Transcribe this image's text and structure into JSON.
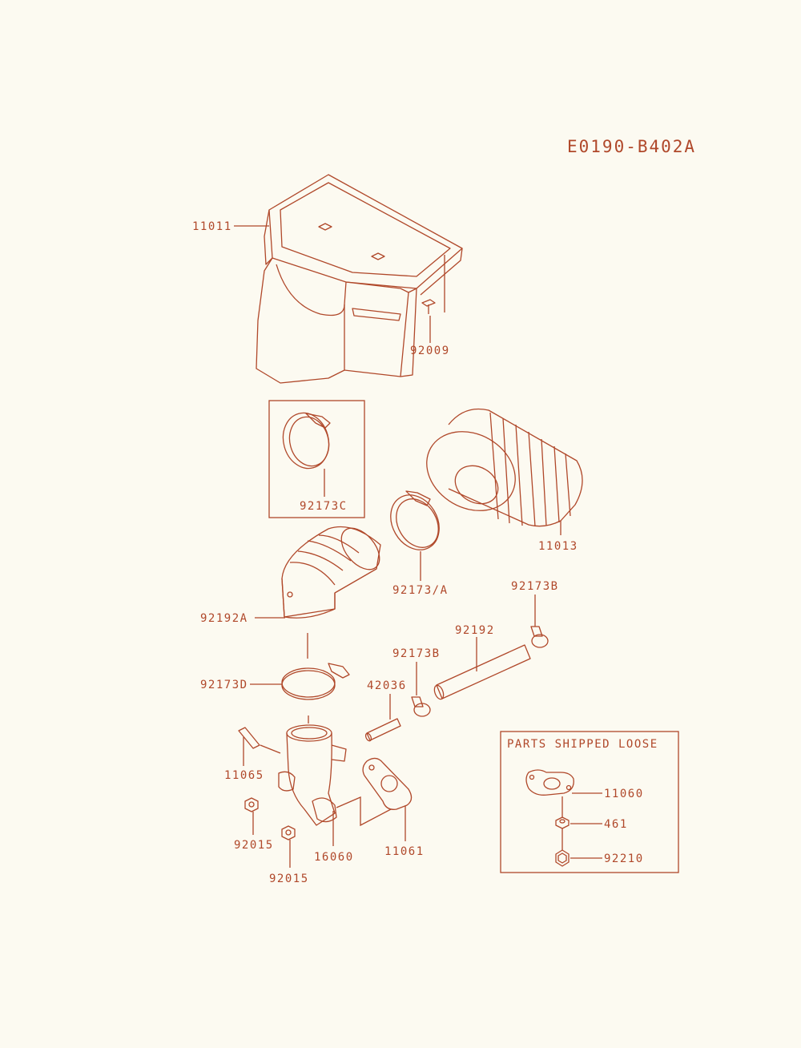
{
  "diagram_code": "E0190-B402A",
  "labels": {
    "p11011": "11011",
    "p92009": "92009",
    "p92173C": "92173C",
    "p11013": "11013",
    "p92173A": "92173/A",
    "p92173B_top": "92173B",
    "p92192A": "92192A",
    "p92192": "92192",
    "p92173B_mid": "92173B",
    "p92173D": "92173D",
    "p42036": "42036",
    "p11065": "11065",
    "p92015_a": "92015",
    "p92015_b": "92015",
    "p16060": "16060",
    "p11061": "11061",
    "p11060": "11060",
    "p461": "461",
    "p92210": "92210"
  },
  "parts_shipped_loose": {
    "title": "PARTS SHIPPED LOOSE"
  },
  "colors": {
    "line": "#b0482a",
    "background": "#fcfaf1"
  }
}
